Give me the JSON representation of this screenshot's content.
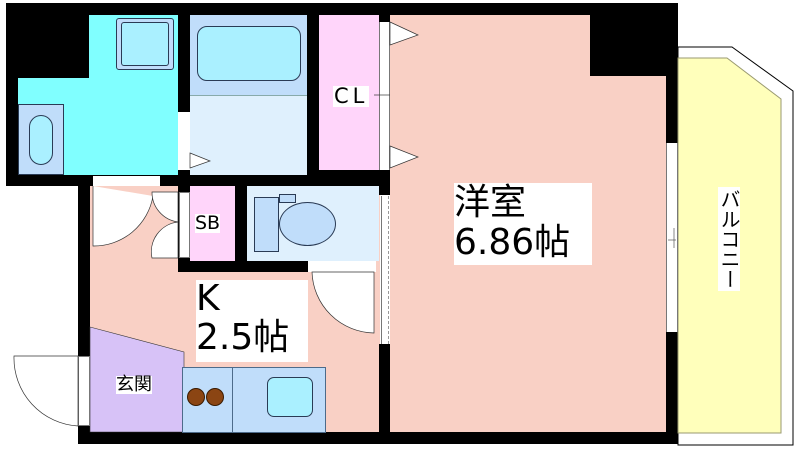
{
  "floorplan": {
    "rooms": {
      "western_room": {
        "name": "洋室",
        "size": "6.86帖"
      },
      "kitchen": {
        "name": "K",
        "size": "2.5帖"
      },
      "closet": {
        "label": "CL"
      },
      "shoe_box": {
        "label": "SB"
      },
      "entrance": {
        "label": "玄関"
      },
      "balcony": {
        "label": "バルコニー"
      },
      "bathroom": {
        "label": ""
      },
      "washroom": {
        "label": ""
      },
      "toilet": {
        "label": ""
      }
    },
    "colors": {
      "wall": "#000000",
      "western_room": "#f9d0c5",
      "kitchen": "#f9d0c5",
      "closet": "#ffd5fa",
      "shoe_box": "#ffd5fa",
      "entrance": "#d7c2f7",
      "balcony": "#ffffbb",
      "washroom": "#80ffff",
      "bathroom_tub": "#c0ddfa",
      "bathroom_floor": "#dff0fd",
      "toilet": "#dff0fd",
      "kitchen_counter": "#c0ddfa",
      "stove_burner": "#8b4513",
      "sink": "#aaf0ff"
    },
    "fixtures": [
      "washing-machine",
      "wash-basin",
      "bathtub",
      "toilet",
      "kitchen-counter",
      "stove",
      "sink"
    ]
  }
}
